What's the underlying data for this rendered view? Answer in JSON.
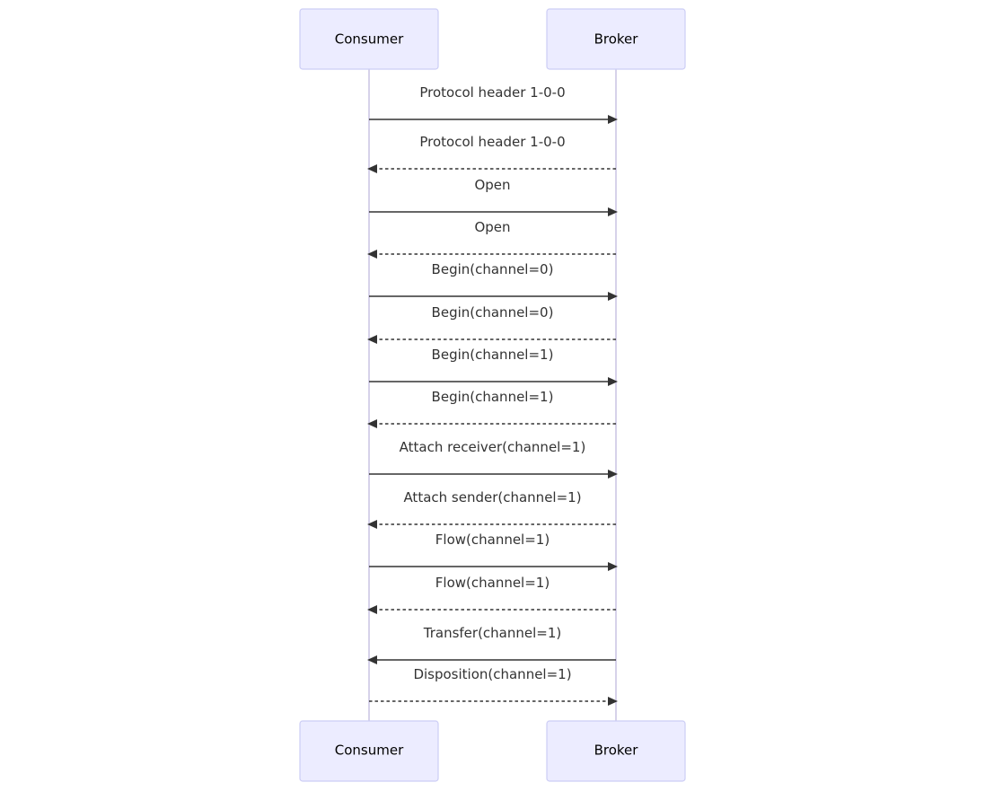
{
  "participants": {
    "consumer": "Consumer",
    "broker": "Broker"
  },
  "colors": {
    "actor_fill": "#ececff",
    "actor_border": "#cccdf5",
    "lifeline": "#c9c4e4",
    "message": "#333333"
  },
  "messages": [
    {
      "from": "consumer",
      "to": "broker",
      "style": "solid",
      "label": "Protocol header 1-0-0"
    },
    {
      "from": "broker",
      "to": "consumer",
      "style": "dashed",
      "label": "Protocol header 1-0-0"
    },
    {
      "from": "consumer",
      "to": "broker",
      "style": "solid",
      "label": "Open"
    },
    {
      "from": "broker",
      "to": "consumer",
      "style": "dashed",
      "label": "Open"
    },
    {
      "from": "consumer",
      "to": "broker",
      "style": "solid",
      "label": "Begin(channel=0)"
    },
    {
      "from": "broker",
      "to": "consumer",
      "style": "dashed",
      "label": "Begin(channel=0)"
    },
    {
      "from": "consumer",
      "to": "broker",
      "style": "solid",
      "label": "Begin(channel=1)"
    },
    {
      "from": "broker",
      "to": "consumer",
      "style": "dashed",
      "label": "Begin(channel=1)"
    },
    {
      "from": "consumer",
      "to": "broker",
      "style": "solid",
      "label": "Attach receiver(channel=1)"
    },
    {
      "from": "broker",
      "to": "consumer",
      "style": "dashed",
      "label": "Attach sender(channel=1)"
    },
    {
      "from": "consumer",
      "to": "broker",
      "style": "solid",
      "label": "Flow(channel=1)"
    },
    {
      "from": "broker",
      "to": "consumer",
      "style": "dashed",
      "label": "Flow(channel=1)"
    },
    {
      "from": "broker",
      "to": "consumer",
      "style": "solid",
      "label": "Transfer(channel=1)"
    },
    {
      "from": "consumer",
      "to": "broker",
      "style": "dashed",
      "label": "Disposition(channel=1)"
    }
  ]
}
